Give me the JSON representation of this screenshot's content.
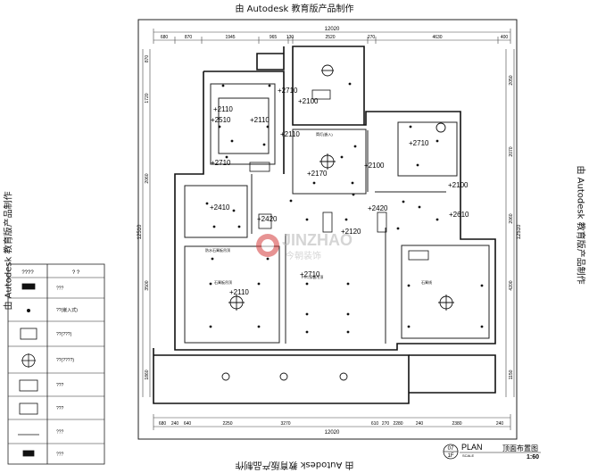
{
  "edge_text": {
    "top": "由 Autodesk 教育版产品制作",
    "bottom": "由 Autodesk 教育版产品制作",
    "left": "由 Autodesk 教育版产品制作",
    "right": "由 Autodesk 教育版产品制作"
  },
  "dims": {
    "top_total": "12020",
    "top_row": [
      "680",
      "870",
      "1945",
      "965",
      "130",
      "2520",
      "270",
      "4630",
      "400"
    ],
    "bottom_total": "12020",
    "bottom_row": [
      "680",
      "240",
      "640",
      "2250",
      "3270",
      "610",
      "270",
      "2280",
      "240",
      "2380",
      "240"
    ],
    "left_total": "12510",
    "left_row": [
      "870",
      "1720",
      "2060",
      "3500",
      "1860"
    ],
    "right_total": "12510",
    "right_row": [
      "2050",
      "2070",
      "2060",
      "4200",
      "1150"
    ]
  },
  "elevations": [
    "+2710",
    "+2100",
    "+2110",
    "+2510",
    "+2110",
    "+2110",
    "+2710",
    "+2170",
    "+2100",
    "+2710",
    "+2100",
    "+2410",
    "+2420",
    "+2420",
    "+2120",
    "+2610",
    "+2710",
    "+2110"
  ],
  "room_notes": [
    "筒灯(嵌入)",
    "石膏板吊顶",
    "PVC扣板吊顶",
    "石膏线",
    "防水石膏板吊顶"
  ],
  "legend": {
    "header": [
      "????",
      "?  ?"
    ],
    "rows": [
      "???",
      "??(嵌入式)",
      "??(???)",
      "??(????)",
      "???",
      "???",
      "???",
      "???"
    ]
  },
  "title_block": {
    "number": "07",
    "floor": "1F",
    "label": "PLAN",
    "scale_word": "SCALE",
    "name": "顶面布置图",
    "scale": "1:60"
  },
  "watermark": {
    "brand": "JINZHAO",
    "sub": "今朝装饰"
  }
}
